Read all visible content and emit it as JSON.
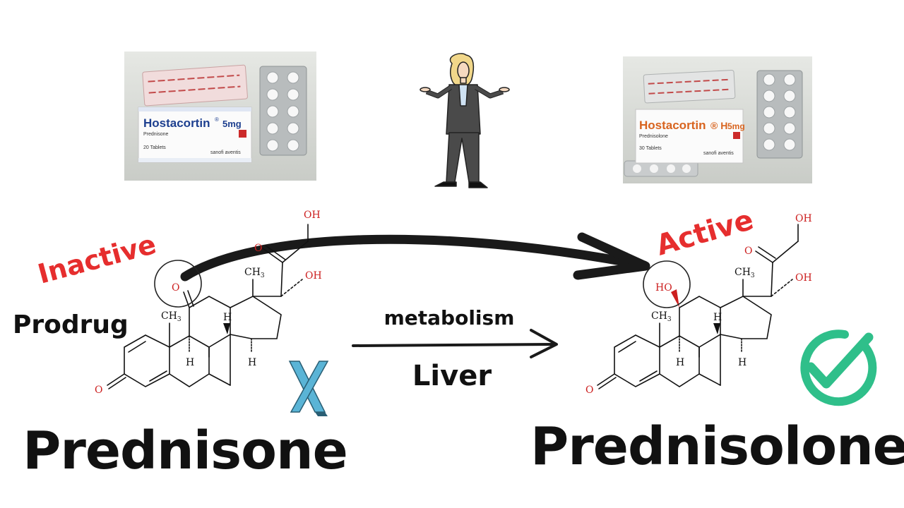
{
  "left": {
    "status": "Inactive",
    "role": "Prodrug",
    "name": "Prednisone",
    "verdict_icon": "x-mark-icon",
    "package": {
      "brand": "Hostacortin",
      "brand_suffix": "®",
      "strength": "5mg",
      "ingredient": "Prednisone",
      "count": "20 Tablets",
      "maker": "sanofi aventis"
    }
  },
  "right": {
    "status": "Active",
    "name": "Prednisolone",
    "verdict_icon": "check-circle-icon",
    "package": {
      "brand": "Hostacortin",
      "brand_suffix": "® H",
      "strength": "5mg",
      "ingredient": "Prednisolone",
      "count": "30 Tablets",
      "maker": "sanofi aventis"
    }
  },
  "process": {
    "label_top": "metabolism",
    "label_bottom": "Liver"
  },
  "chem_labels": {
    "oh": "OH",
    "ho": "HO",
    "o": "O",
    "ch3": "CH",
    "sub3": "3",
    "h": "H"
  },
  "colors": {
    "red": "#e62e2e",
    "check_green": "#2fbf8a",
    "x_blue": "#5ab4d6",
    "brand_blue": "#1d3f8f",
    "brand_orange": "#d8641f"
  }
}
